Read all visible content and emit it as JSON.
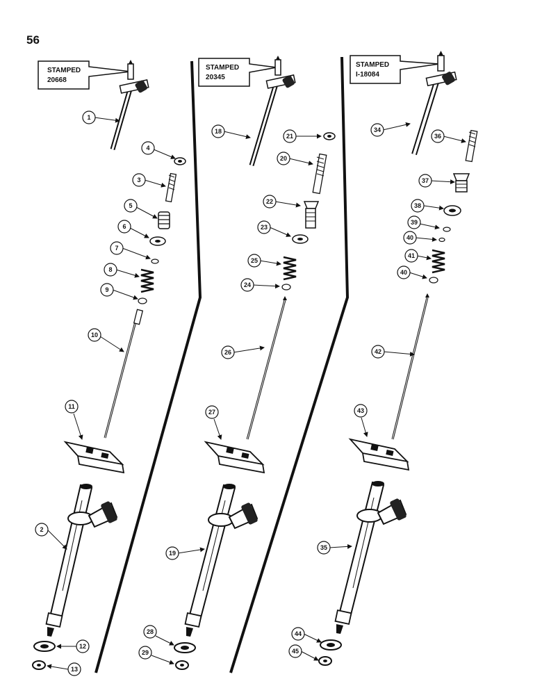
{
  "page_number": "56",
  "stamps": [
    {
      "line1": "STAMPED",
      "line2": "20668"
    },
    {
      "line1": "STAMPED",
      "line2": "20345"
    },
    {
      "line1": "STAMPED",
      "line2": "I-18084"
    }
  ],
  "callouts": [
    "1",
    "2",
    "3",
    "4",
    "5",
    "6",
    "7",
    "8",
    "9",
    "10",
    "11",
    "12",
    "13",
    "18",
    "19",
    "20",
    "21",
    "22",
    "23",
    "24",
    "25",
    "26",
    "27",
    "28",
    "29",
    "34",
    "35",
    "36",
    "37",
    "38",
    "39",
    "40",
    "41",
    "40",
    "42",
    "43",
    "44",
    "45"
  ],
  "colors": {
    "ink": "#111111",
    "paper": "#ffffff"
  }
}
